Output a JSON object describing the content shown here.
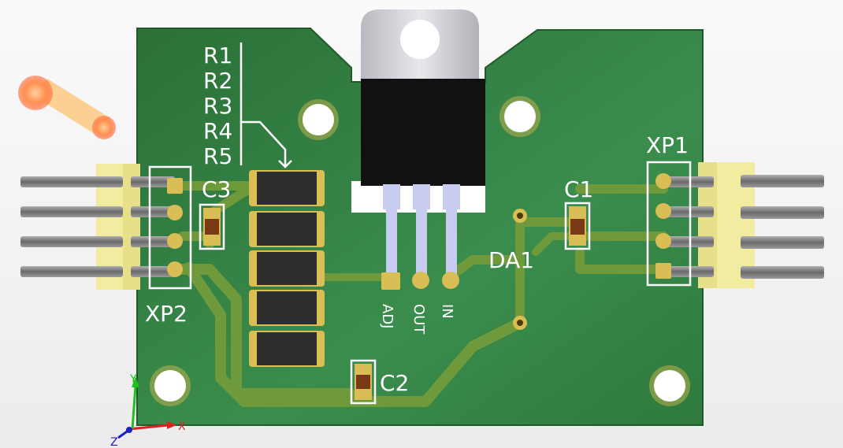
{
  "colors": {
    "board": "#2f7a3c",
    "board_light": "#3d8f4d",
    "trace": "#6f9a3c",
    "pad": "#d9bd55",
    "silkscreen": "#ffffff",
    "header_plastic": "#f2eca0",
    "pin_metal": "#8a8a8a",
    "regulator_tab": "#d2d4d8",
    "regulator_body": "#111111",
    "regulator_leg": "#c8ccf0",
    "resistor_body": "#2e2e2e",
    "axis_x": "#e02020",
    "axis_y": "#20c020",
    "axis_z": "#2020c0"
  },
  "labels": {
    "resistors": [
      "R1",
      "R2",
      "R3",
      "R4",
      "R5"
    ],
    "xp1": "XP1",
    "xp2": "XP2",
    "c1": "C1",
    "c2": "C2",
    "c3": "C3",
    "da1": "DA1",
    "pin_adj": "ADJ",
    "pin_out": "OUT",
    "pin_in": "IN",
    "axis_x": "X",
    "axis_y": "Y",
    "axis_z": "Z"
  }
}
